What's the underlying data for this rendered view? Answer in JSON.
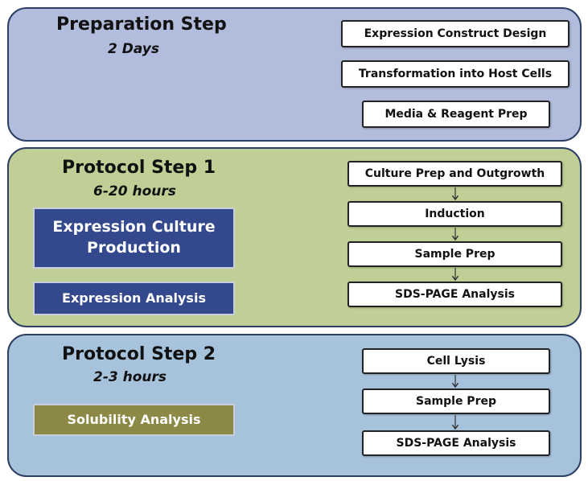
{
  "colors": {
    "preparation_panel": "#b2bcdc",
    "protocol1_panel": "#bfcf95",
    "protocol2_panel": "#a7c3dc",
    "panel_border": "#2e3f66",
    "expression_box": "#33488d",
    "solubility_box": "#8c8845"
  },
  "preparation": {
    "title": "Preparation Step",
    "duration": "2 Days",
    "steps": [
      "Expression Construct Design",
      "Transformation into Host Cells",
      "Media & Reagent Prep"
    ]
  },
  "protocol1": {
    "title": "Protocol Step 1",
    "duration": "6-20 hours",
    "phases": [
      "Expression Culture Production",
      "Expression Analysis"
    ],
    "steps": [
      "Culture Prep and Outgrowth",
      "Induction",
      "Sample Prep",
      "SDS-PAGE Analysis"
    ]
  },
  "protocol2": {
    "title": "Protocol Step 2",
    "duration": "2-3 hours",
    "phases": [
      "Solubility Analysis"
    ],
    "steps": [
      "Cell Lysis",
      "Sample Prep",
      "SDS-PAGE Analysis"
    ]
  }
}
